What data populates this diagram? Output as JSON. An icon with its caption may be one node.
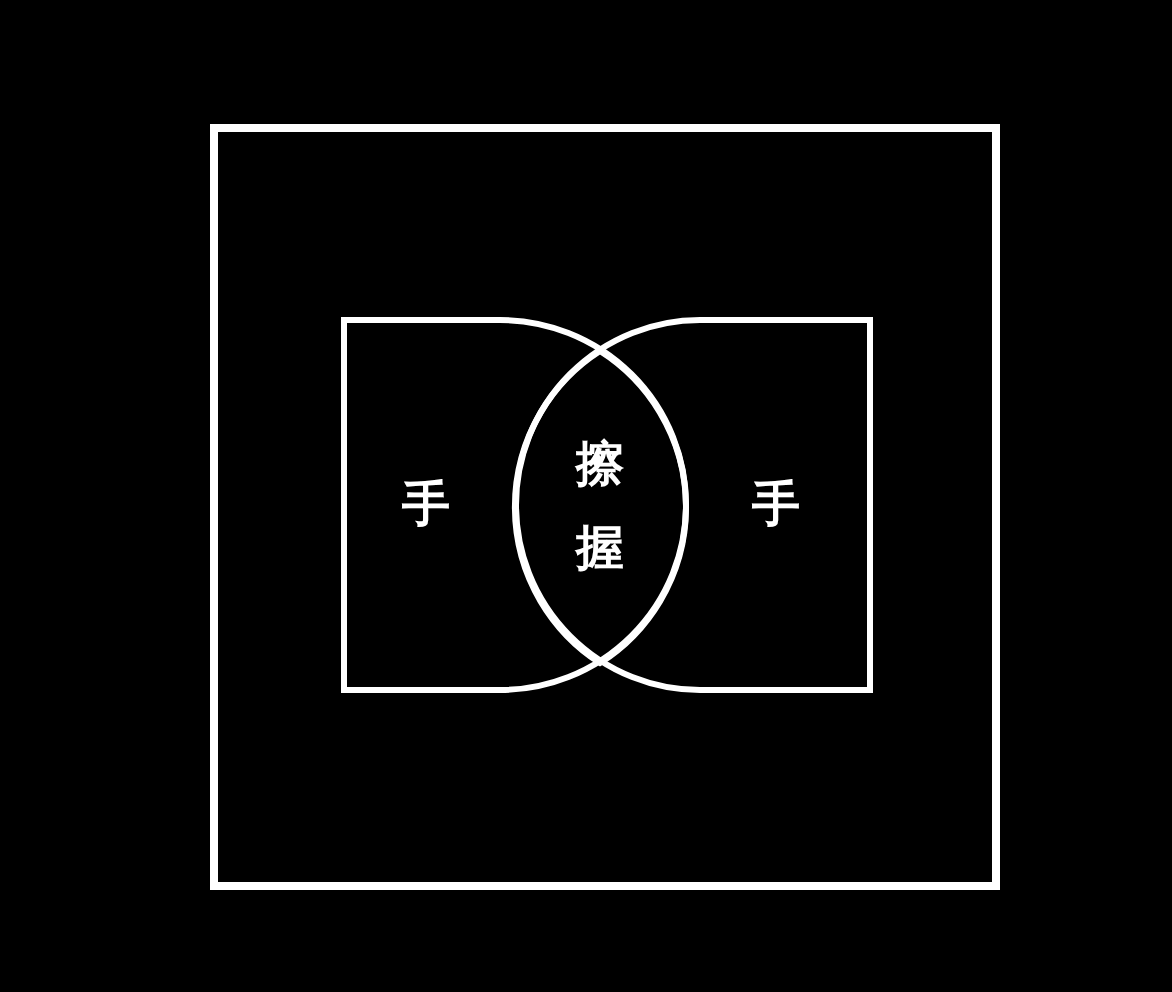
{
  "diagram": {
    "nodes": [
      {
        "text": [],
        "shape": "box"
      },
      {
        "text": [
          "手"
        ],
        "in": 0
      },
      {
        "text": [
          "擦握"
        ]
      },
      {
        "text": [
          "手"
        ],
        "in": 0
      }
    ]
  }
}
